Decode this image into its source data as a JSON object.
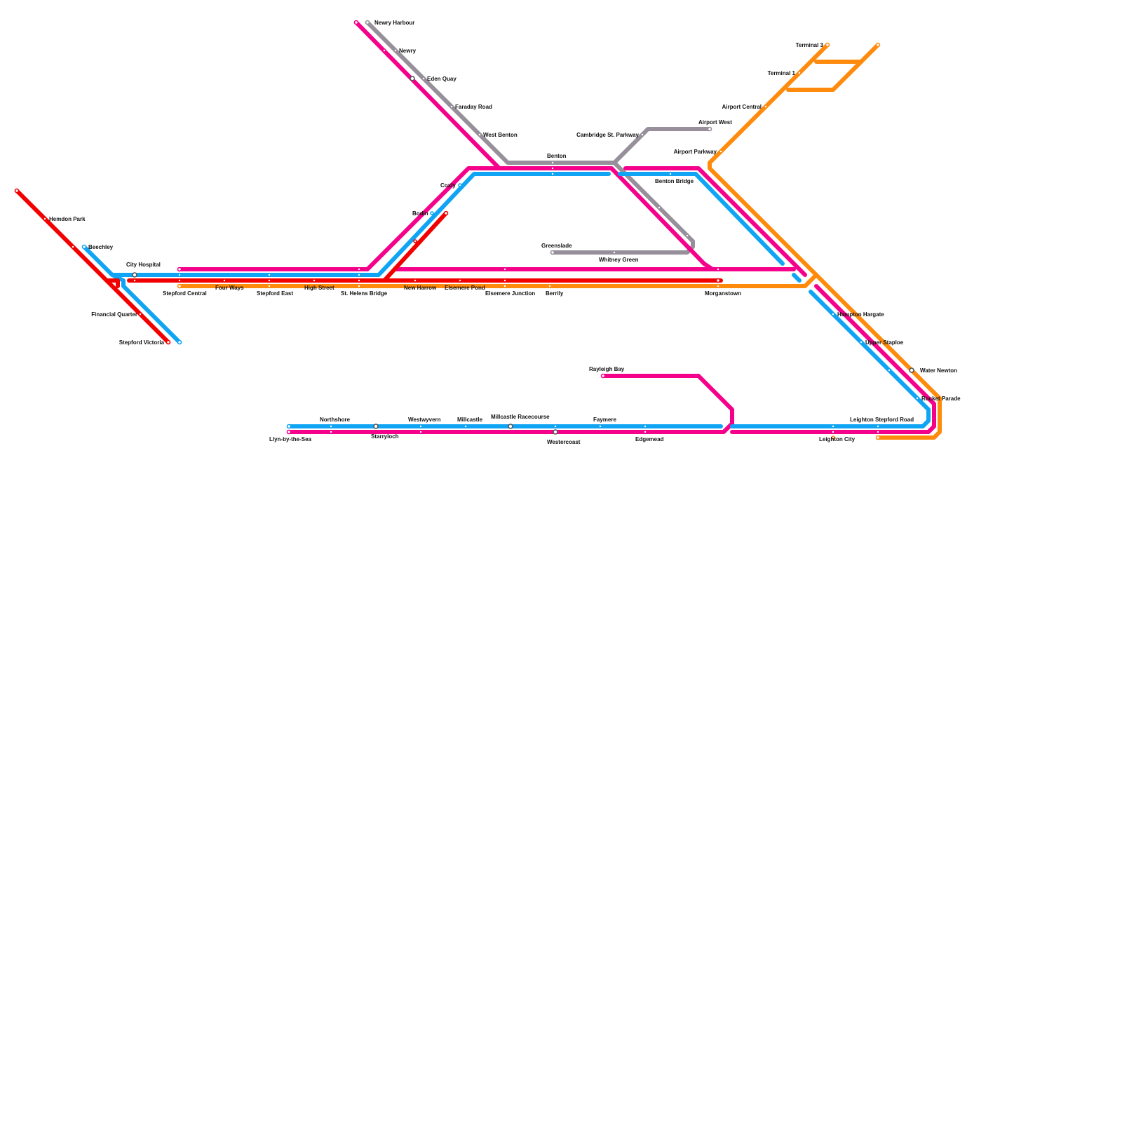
{
  "colors": {
    "red": "#f20000",
    "blue": "#10a4f4",
    "magenta": "#f5008a",
    "grey": "#97909b",
    "orange": "#ff8a0c",
    "background": "#ffffff"
  },
  "lines": [
    {
      "id": "red",
      "color": "#f20000"
    },
    {
      "id": "blue",
      "color": "#10a4f4"
    },
    {
      "id": "magenta",
      "color": "#f5008a"
    },
    {
      "id": "grey",
      "color": "#97909b"
    },
    {
      "id": "orange",
      "color": "#ff8a0c"
    }
  ],
  "stations": {
    "hemdon_park": "Hemdon Park",
    "beechley": "Beechley",
    "city_hospital": "City Hospital",
    "financial_quarter": "Financial Quarter",
    "stepford_victoria": "Stepford Victoria",
    "stepford_central": "Stepford Central",
    "four_ways": "Four Ways",
    "stepford_east": "Stepford East",
    "high_street": "High Street",
    "st_helens_bridge": "St. Helens Bridge",
    "new_harrow": "New Harrow",
    "elsemere_pond": "Elsemere Pond",
    "elsemere_junction": "Elsemere Junction",
    "berrily": "Berrily",
    "morganstown": "Morganstown",
    "newry_harbour": "Newry Harbour",
    "newry": "Newry",
    "eden_quay": "Eden Quay",
    "faraday_road": "Faraday Road",
    "west_benton": "West Benton",
    "benton": "Benton",
    "coxly": "Coxly",
    "bodin": "Bodin",
    "cambridge_st_parkway": "Cambridge St. Parkway",
    "airport_west": "Airport West",
    "benton_bridge": "Benton Bridge",
    "greenslade": "Greenslade",
    "whitney_green": "Whitney Green",
    "terminal_3": "Terminal 3",
    "terminal_1": "Terminal 1",
    "airport_central": "Airport Central",
    "airport_parkway": "Airport Parkway",
    "hampton_hargate": "Hampton Hargate",
    "upper_staploe": "Upper Staploe",
    "water_newton": "Water Newton",
    "rocket_parade": "Rocket Parade",
    "leighton_stepford_road": "Leighton Stepford Road",
    "leighton_city": "Leighton City",
    "rayleigh_bay": "Rayleigh Bay",
    "northshore": "Northshore",
    "llyn_by_the_sea": "Llyn-by-the-Sea",
    "starryloch": "Starryloch",
    "westwyvern": "Westwyvern",
    "millcastle": "Millcastle",
    "millcastle_racecourse": "Millcastle Racecourse",
    "westercoast": "Westercoast",
    "faymere": "Faymere",
    "edgemead": "Edgemead"
  }
}
